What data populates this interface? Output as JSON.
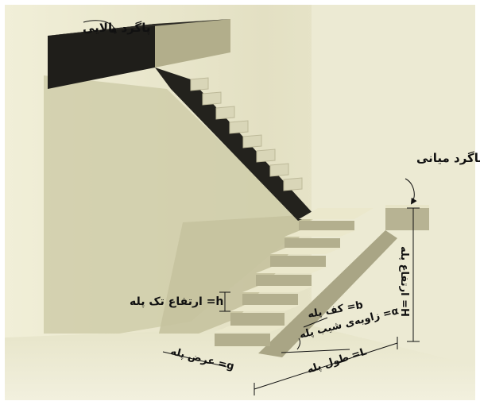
{
  "labels": {
    "upper_landing": "پاگرد بالایی",
    "middle_landing": "پاگرد میانی",
    "riser_height": "ارتفاع تک پله =h",
    "tread": "کف پله =b",
    "slope_angle": "زاویه‌ی شیب پله =α",
    "stair_width": "عرض پله =g",
    "stair_length": "طول پله =L",
    "total_height": "ارتفاع پله =H"
  },
  "colors": {
    "background": "#ffffff",
    "wall_light": "#ebe9cd",
    "wall_shade": "#c9c6a4",
    "floor": "#e4e2c6",
    "upper_slab_top": "#2b2a25",
    "step_top": "#e7e4c8",
    "step_riser": "#b3af8e",
    "dim_line": "#111111"
  }
}
